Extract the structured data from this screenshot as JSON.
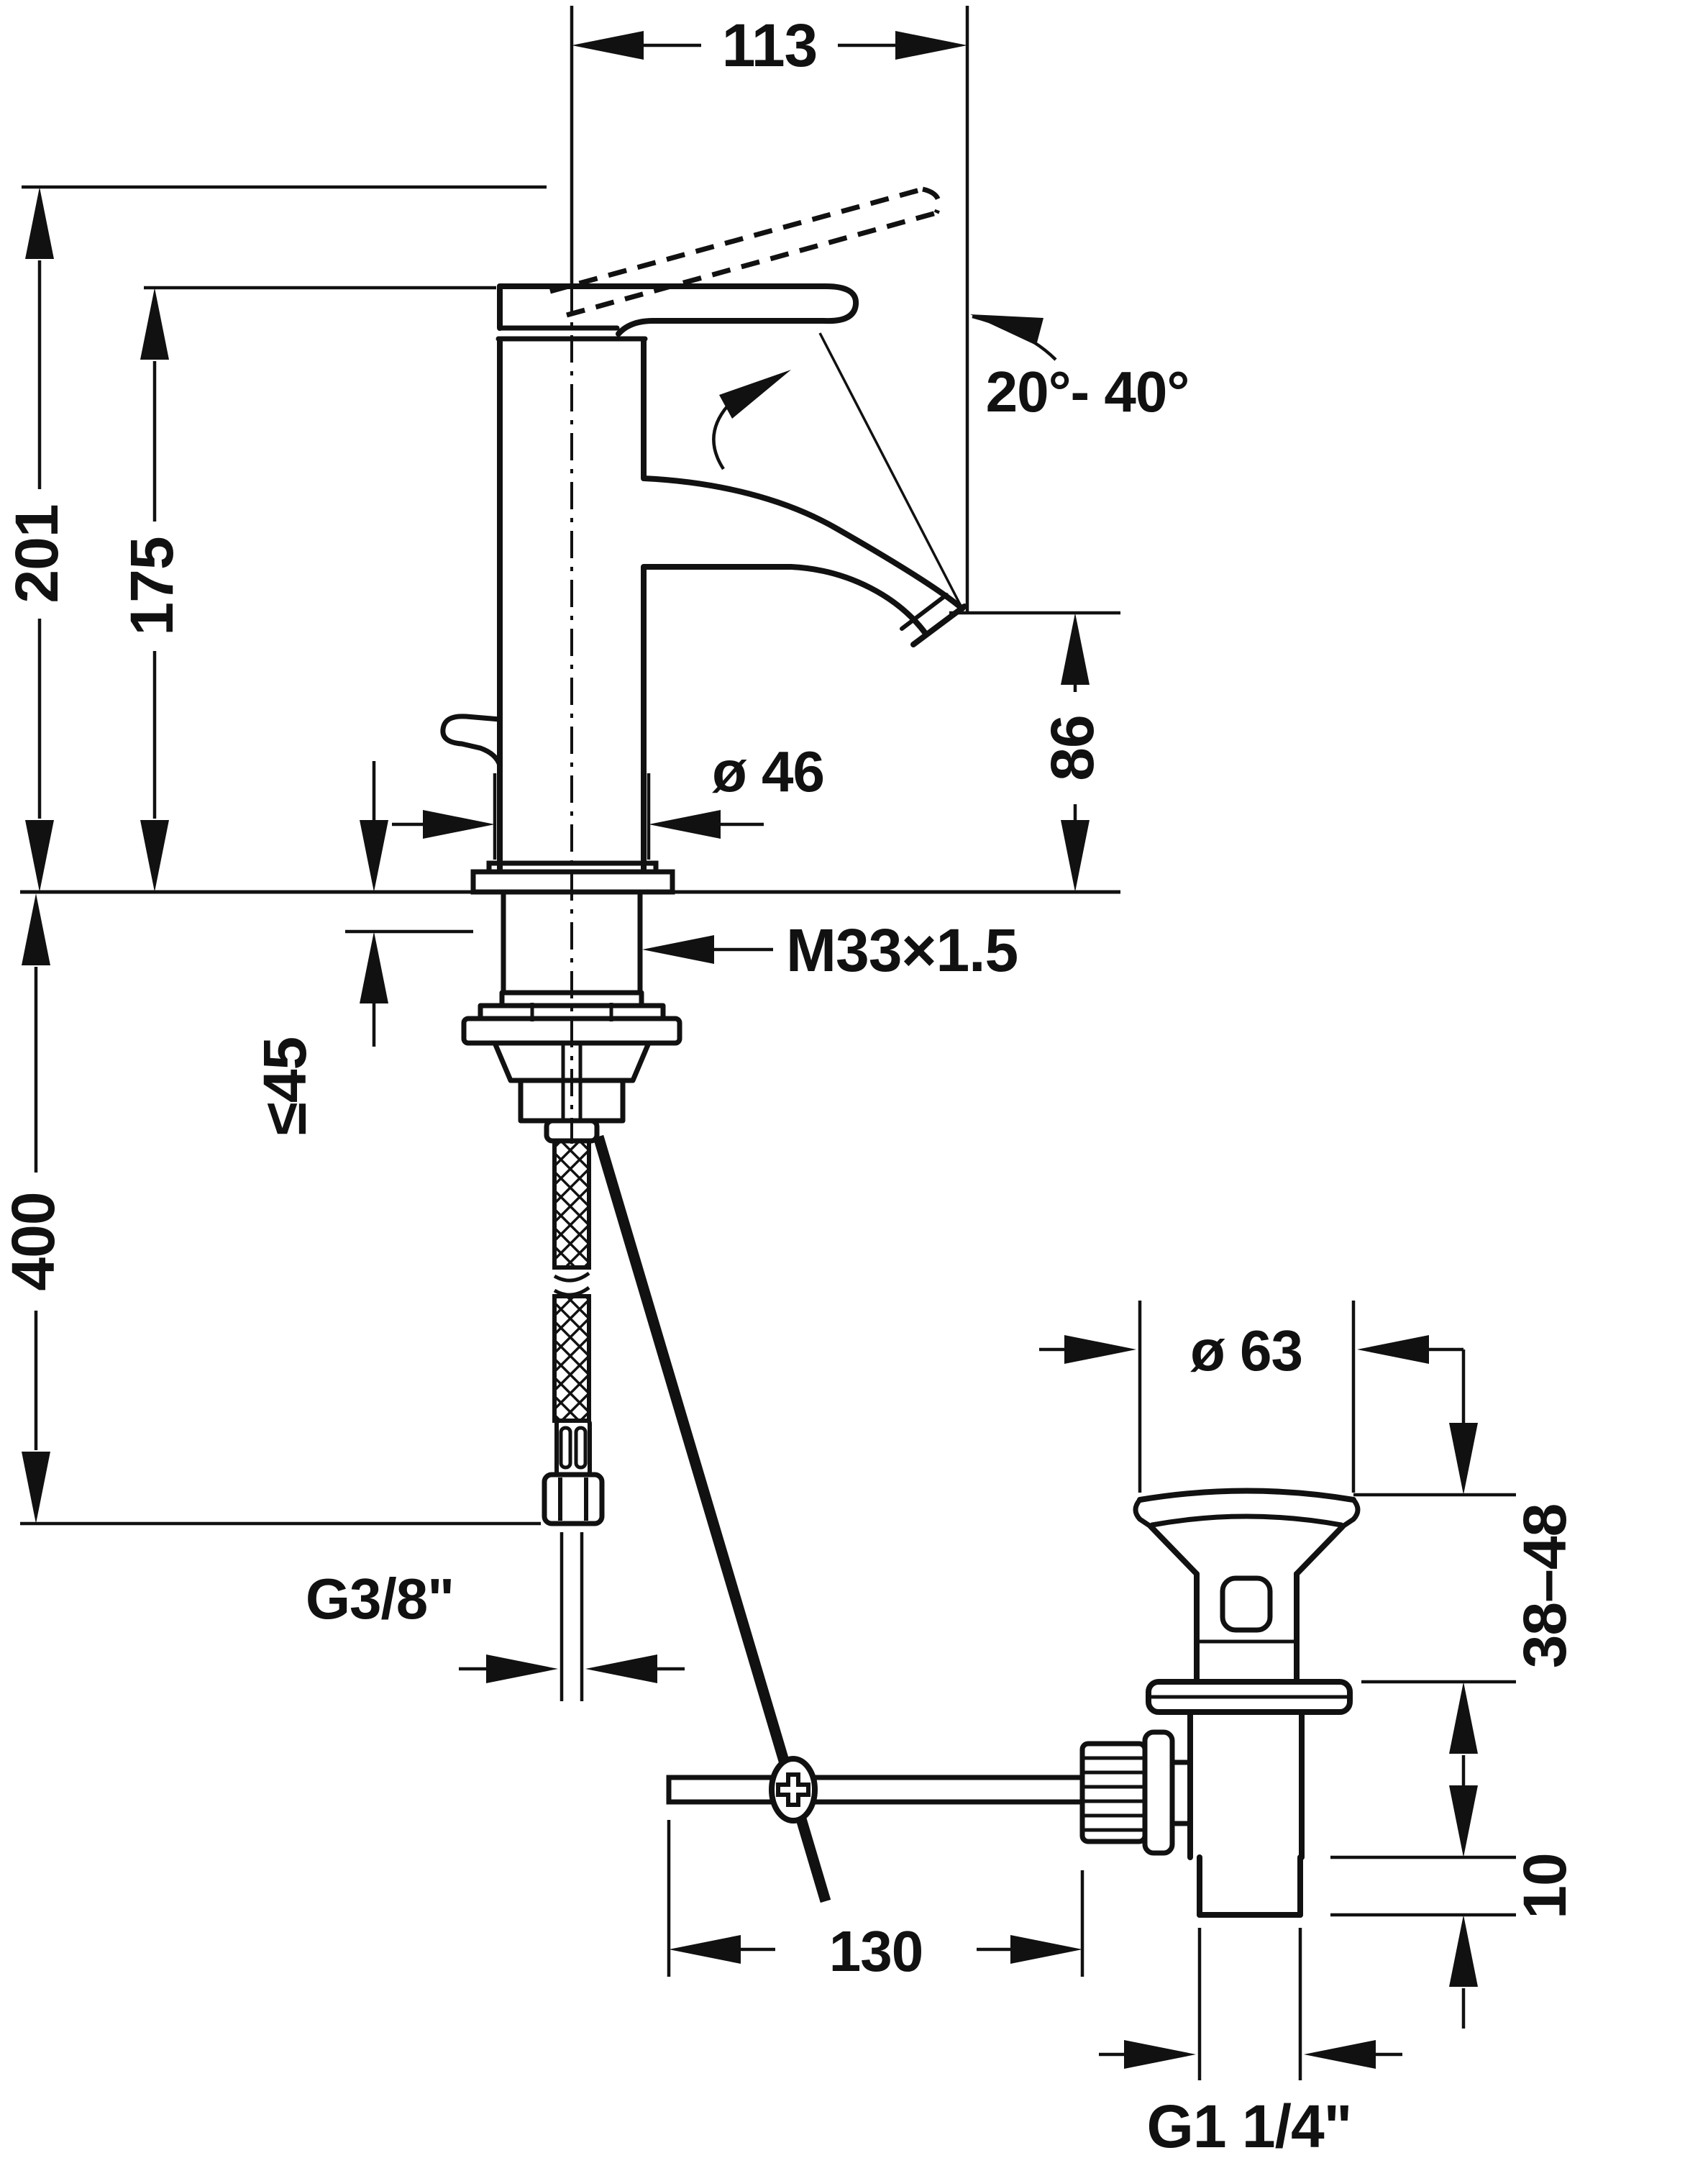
{
  "drawing": {
    "type": "technical-dimension-diagram",
    "subject": "single-lever basin mixer faucet with pop-up waste set",
    "line_color": "#111111",
    "background": "#ffffff",
    "dims": {
      "spout_projection": "113",
      "total_height": "201",
      "body_height": "175",
      "handle_angle": "20°- 40°",
      "spout_height": "86",
      "body_diameter": "ø 46",
      "mount_thread": "M33×1.5",
      "max_deck_thickness": "≤45",
      "hose_length": "400",
      "supply_thread": "G3/8\"",
      "waste_flange_diameter": "ø 63",
      "clamping_range": "38–48",
      "tailpiece_gap": "10",
      "rod_offset": "130",
      "waste_thread": "G1 1/4\""
    }
  }
}
